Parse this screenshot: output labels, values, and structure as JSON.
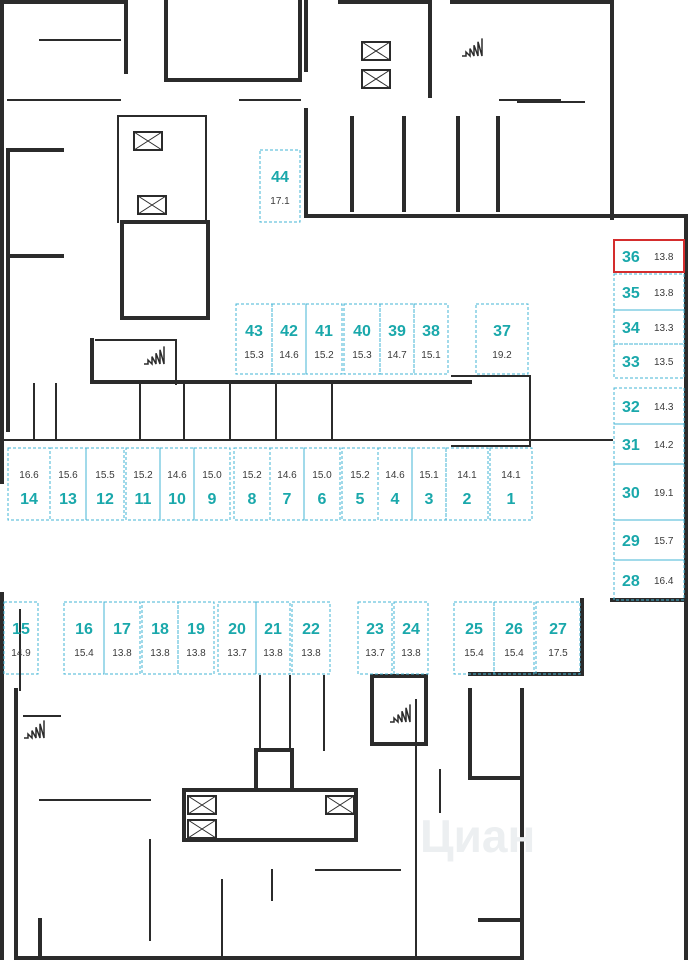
{
  "colors": {
    "wall": "#2b2b2b",
    "accent": "#1aa8ab",
    "spot_border": "#43b4d6",
    "area_text": "#3a3a3a",
    "highlight": "#d42d2d",
    "watermark": "#eceff1"
  },
  "icons": [
    "elevator-icon",
    "stairs-icon"
  ],
  "highlighted_space": "36",
  "spaces": [
    {
      "num": "1",
      "area": "14.1"
    },
    {
      "num": "2",
      "area": "14.1"
    },
    {
      "num": "3",
      "area": "15.1"
    },
    {
      "num": "4",
      "area": "14.6"
    },
    {
      "num": "5",
      "area": "15.2"
    },
    {
      "num": "6",
      "area": "15.0"
    },
    {
      "num": "7",
      "area": "14.6"
    },
    {
      "num": "8",
      "area": "15.2"
    },
    {
      "num": "9",
      "area": "15.0"
    },
    {
      "num": "10",
      "area": "14.6"
    },
    {
      "num": "11",
      "area": "15.2"
    },
    {
      "num": "12",
      "area": "15.5"
    },
    {
      "num": "13",
      "area": "15.6"
    },
    {
      "num": "14",
      "area": "16.6"
    },
    {
      "num": "15",
      "area": "14.9"
    },
    {
      "num": "16",
      "area": "15.4"
    },
    {
      "num": "17",
      "area": "13.8"
    },
    {
      "num": "18",
      "area": "13.8"
    },
    {
      "num": "19",
      "area": "13.8"
    },
    {
      "num": "20",
      "area": "13.7"
    },
    {
      "num": "21",
      "area": "13.8"
    },
    {
      "num": "22",
      "area": "13.8"
    },
    {
      "num": "23",
      "area": "13.7"
    },
    {
      "num": "24",
      "area": "13.8"
    },
    {
      "num": "25",
      "area": "15.4"
    },
    {
      "num": "26",
      "area": "15.4"
    },
    {
      "num": "27",
      "area": "17.5"
    },
    {
      "num": "28",
      "area": "16.4"
    },
    {
      "num": "29",
      "area": "15.7"
    },
    {
      "num": "30",
      "area": "19.1"
    },
    {
      "num": "31",
      "area": "14.2"
    },
    {
      "num": "32",
      "area": "14.3"
    },
    {
      "num": "33",
      "area": "13.5"
    },
    {
      "num": "34",
      "area": "13.3"
    },
    {
      "num": "35",
      "area": "13.8"
    },
    {
      "num": "36",
      "area": "13.8"
    },
    {
      "num": "37",
      "area": "19.2"
    },
    {
      "num": "38",
      "area": "15.1"
    },
    {
      "num": "39",
      "area": "14.7"
    },
    {
      "num": "40",
      "area": "15.3"
    },
    {
      "num": "41",
      "area": "15.2"
    },
    {
      "num": "42",
      "area": "14.6"
    },
    {
      "num": "43",
      "area": "15.3"
    },
    {
      "num": "44",
      "area": "17.1"
    }
  ],
  "watermark": "Циан"
}
